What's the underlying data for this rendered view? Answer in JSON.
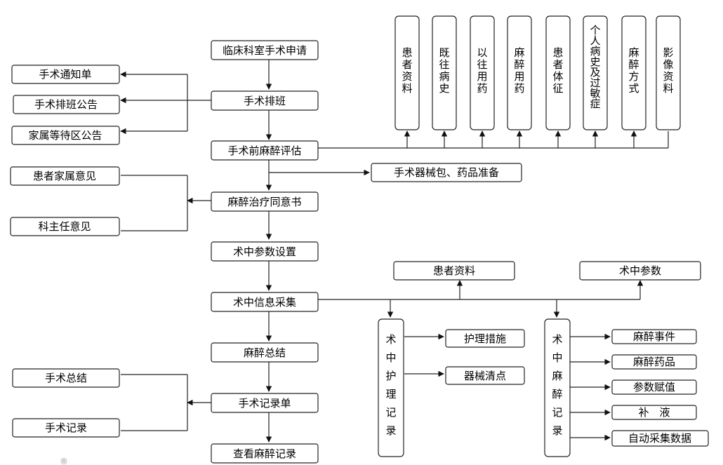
{
  "flow": {
    "clinical_request": "临床科室手术申请",
    "surgery_schedule": "手术排班",
    "preop_assessment": "手术前麻醉评估",
    "consent": "麻醉治疗同意书",
    "intraop_params_setup": "术中参数设置",
    "intraop_info_collection": "术中信息采集",
    "anesthesia_summary": "麻醉总结",
    "surgery_record_form": "手术记录单",
    "view_anesthesia_record": "查看麻醉记录"
  },
  "schedule_outputs": {
    "notice": "手术通知单",
    "schedule_announcement": "手术排班公告",
    "waiting_area_announcement": "家属等待区公告"
  },
  "assessment_inputs": [
    "患者资料",
    "既往病史",
    "以往用药",
    "麻醉用药",
    "患者体征",
    "个人病史及过敏症",
    "麻醉方式",
    "影像资料"
  ],
  "preparation": "手术器械包、药品准备",
  "consent_inputs": {
    "family_opinion": "患者家属意见",
    "director_opinion": "科主任意见"
  },
  "collection_sources": {
    "patient_info": "患者资料",
    "intraop_params": "术中参数"
  },
  "nursing_record": {
    "title": "术中护理记录",
    "items": [
      "护理措施",
      "器械清点"
    ]
  },
  "anesthesia_record": {
    "title": "术中麻醉记录",
    "items": [
      "麻醉事件",
      "麻醉药品",
      "参数赋值",
      "补　液",
      "自动采集数据"
    ]
  },
  "record_outputs": {
    "surgery_summary": "手术总结",
    "surgery_record": "手术记录"
  },
  "watermark": "®"
}
